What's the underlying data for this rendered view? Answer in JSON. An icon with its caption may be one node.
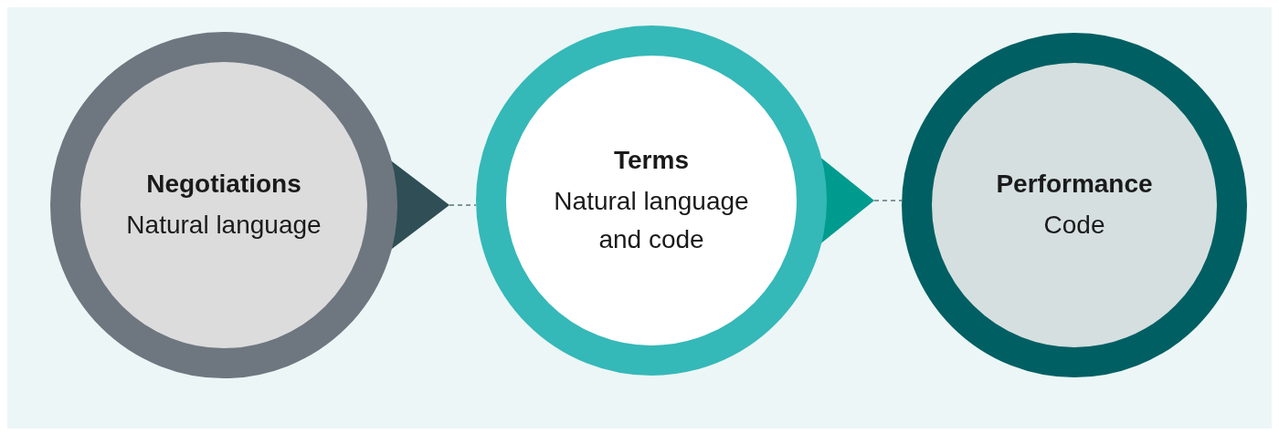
{
  "diagram": {
    "nodes": [
      {
        "text": [
          "Negotiations",
          "Natural language"
        ]
      },
      {
        "text": [
          "Terms",
          "Natural language and code"
        ]
      },
      {
        "text": [
          "Performance",
          "Code"
        ]
      }
    ],
    "edges": [
      {
        "from": 0,
        "to": 1,
        "arrow": "none",
        "style": "dashed"
      },
      {
        "from": 1,
        "to": 2,
        "arrow": "none",
        "style": "dashed"
      }
    ]
  }
}
